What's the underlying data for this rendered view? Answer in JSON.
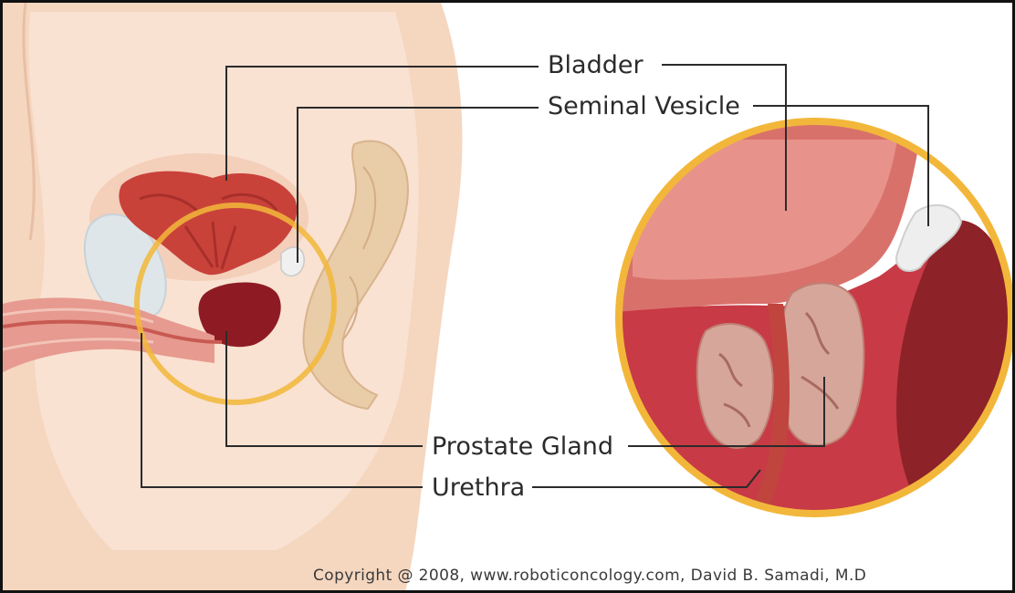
{
  "labels": {
    "bladder": "Bladder",
    "seminal_vesicle": "Seminal Vesicle",
    "prostate_gland": "Prostate Gland",
    "urethra": "Urethra"
  },
  "copyright": "Copyright @ 2008, www.roboticoncology.com, David B. Samadi, M.D",
  "colors": {
    "skin": "#f5d6bf",
    "skin_light": "#fae6d8",
    "bladder_red": "#c9423a",
    "prostate_dark": "#8e1b24",
    "highlight_ring": "#f2b73a",
    "leader_line": "#2b2b2b"
  }
}
